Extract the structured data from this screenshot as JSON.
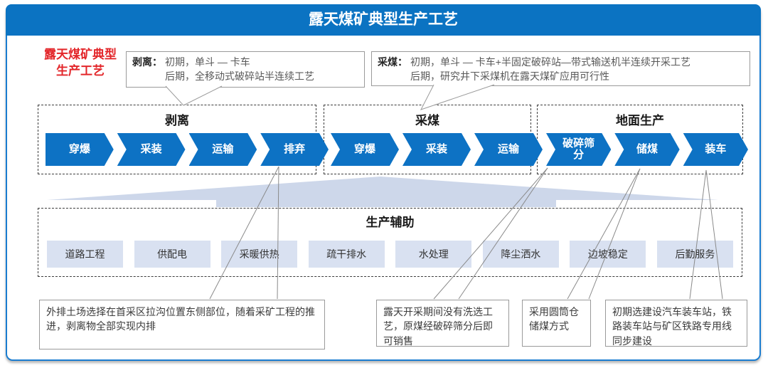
{
  "title_bar": {
    "title": "露天煤矿典型生产工艺"
  },
  "side_label": {
    "line1": "露天煤矿典型",
    "line2": "生产工艺"
  },
  "callouts": {
    "stripping": {
      "label": "剥离：",
      "line1": "初期，单斗 — 卡车",
      "line2": "后期，全移动式破碎站半连续工艺"
    },
    "mining": {
      "label": "采煤：",
      "line1": "初期，单斗 — 卡车+半固定破碎站—带式输送机半连续开采工艺",
      "line2": "后期，研究井下采煤机在露天煤矿应用可行性"
    }
  },
  "process_groups": [
    {
      "title": "剥离",
      "steps": [
        "穿爆",
        "采装",
        "运输",
        "排弃"
      ]
    },
    {
      "title": "采煤",
      "steps": [
        "穿爆",
        "采装",
        "运输"
      ]
    },
    {
      "title": "地面生产",
      "steps": [
        "破碎筛分",
        "储煤",
        "装车"
      ]
    }
  ],
  "auxiliary": {
    "title": "生产辅助",
    "items": [
      "道路工程",
      "供配电",
      "采暖供热",
      "疏干排水",
      "水处理",
      "降尘洒水",
      "边坡稳定",
      "后勤服务"
    ]
  },
  "notes": [
    {
      "text": "外排土场选择在首采区拉沟位置东侧部位，随着采矿工程的推进，剥离物全部实现内排"
    },
    {
      "text": "露天开采期间没有洗选工艺，原煤经破碎筛分后即可销售"
    },
    {
      "text": "采用圆筒仓储煤方式"
    },
    {
      "text": "初期选建设汽车装车站，铁路装车站与矿区铁路专用线同步建设"
    }
  ],
  "colors": {
    "primary_blue": "#0d72c4",
    "title_bar_blue": "#0b73c2",
    "light_arrow_blue": "#cdd7ea",
    "aux_item_blue": "#d9e1f1",
    "accent_red": "#e3262a",
    "connector_gray": "#8a8a8a"
  }
}
